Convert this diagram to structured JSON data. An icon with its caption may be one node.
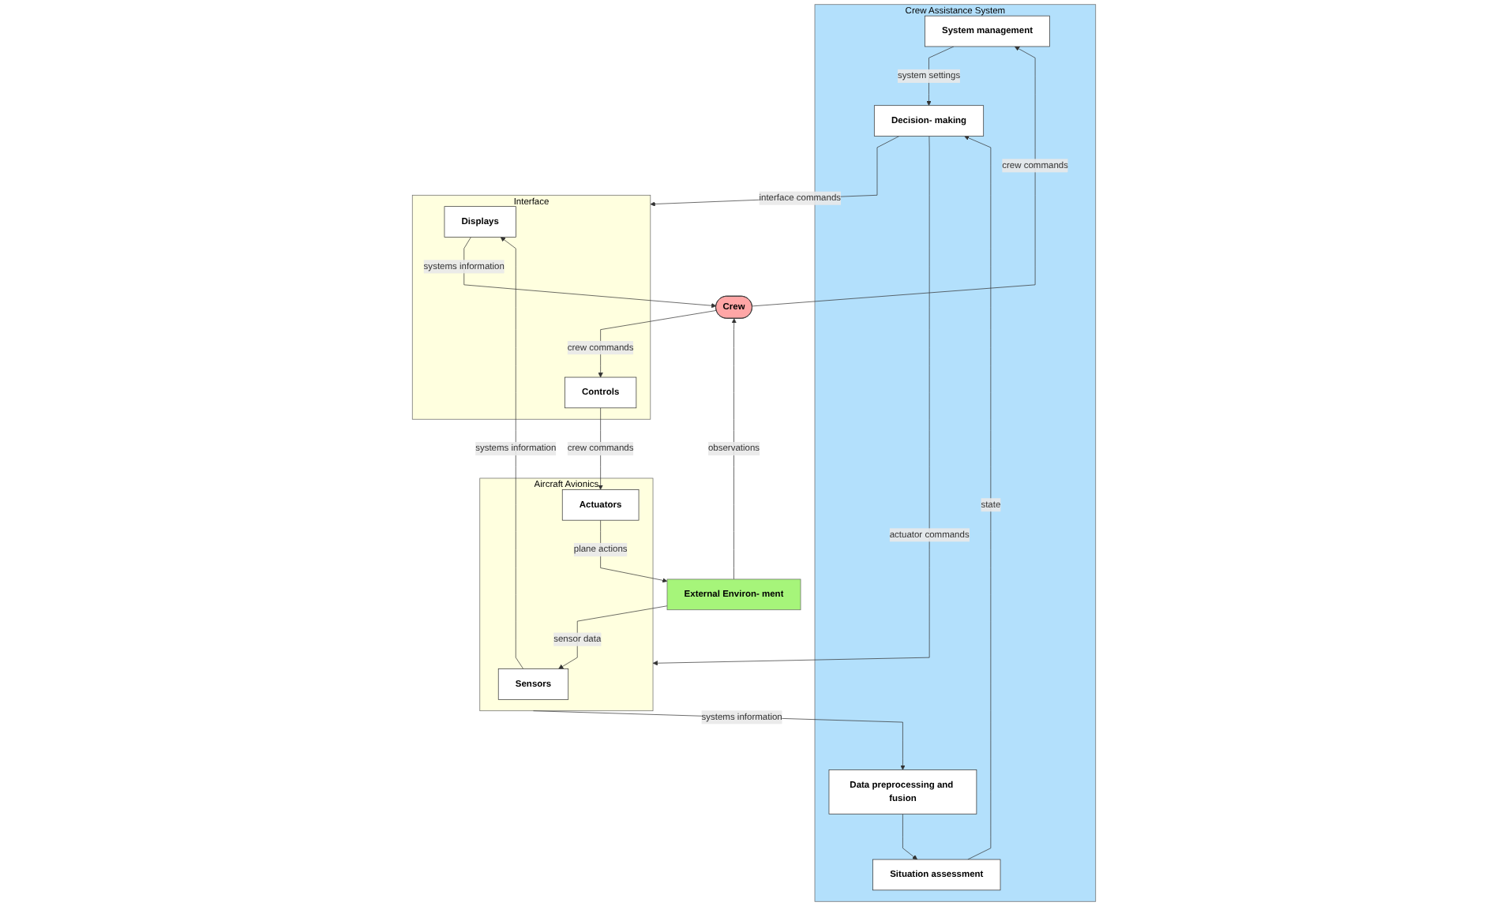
{
  "diagram": {
    "nodes": [
      {
        "text": [
          "Crew Assistance System"
        ]
      },
      {
        "text": [
          "System management"
        ],
        "in": 0
      },
      {
        "text": [
          "Decision- making"
        ],
        "in": 0
      },
      {
        "text": [
          "Situation assessment"
        ],
        "in": 0
      },
      {
        "text": [
          "Data preprocessing and fusion"
        ],
        "in": 0
      },
      {
        "text": [
          "Crew"
        ]
      },
      {
        "text": [
          "Interface"
        ]
      },
      {
        "text": [
          "Displays"
        ],
        "in": 6
      },
      {
        "text": [
          "Controls"
        ],
        "in": 6
      },
      {
        "text": [
          "Aircraft Avionics"
        ]
      },
      {
        "text": [
          "Sensors"
        ],
        "in": 9
      },
      {
        "text": [
          "Actuators"
        ],
        "in": 9
      },
      {
        "text": [
          "External Environ- ment"
        ]
      }
    ],
    "edges": [
      {
        "from": 5,
        "to": 1,
        "arrow": "to",
        "label": "crew commands"
      },
      {
        "from": 1,
        "to": 2,
        "arrow": "to",
        "label": "system settings"
      },
      {
        "from": 2,
        "to": 6,
        "arrow": "to",
        "label": "interface commands"
      },
      {
        "from": 2,
        "to": 9,
        "arrow": "to",
        "label": "actuator commands"
      },
      {
        "from": 3,
        "to": 2,
        "arrow": "to",
        "label": "state"
      },
      {
        "from": 4,
        "to": 3,
        "arrow": "to"
      },
      {
        "from": 9,
        "to": 4,
        "arrow": "to",
        "label": "systems information"
      },
      {
        "from": 7,
        "to": 5,
        "arrow": "to",
        "label": "systems information"
      },
      {
        "from": 5,
        "to": 8,
        "arrow": "to",
        "label": "crew commands"
      },
      {
        "from": 10,
        "to": 7,
        "arrow": "to",
        "label": "systems information"
      },
      {
        "from": 8,
        "to": 11,
        "arrow": "to",
        "label": "crew commands"
      },
      {
        "from": 11,
        "to": 12,
        "arrow": "to",
        "label": "plane actions"
      },
      {
        "from": 12,
        "to": 5,
        "arrow": "to",
        "label": "observations"
      },
      {
        "from": 12,
        "to": 10,
        "arrow": "to",
        "label": "sensor data"
      }
    ]
  }
}
